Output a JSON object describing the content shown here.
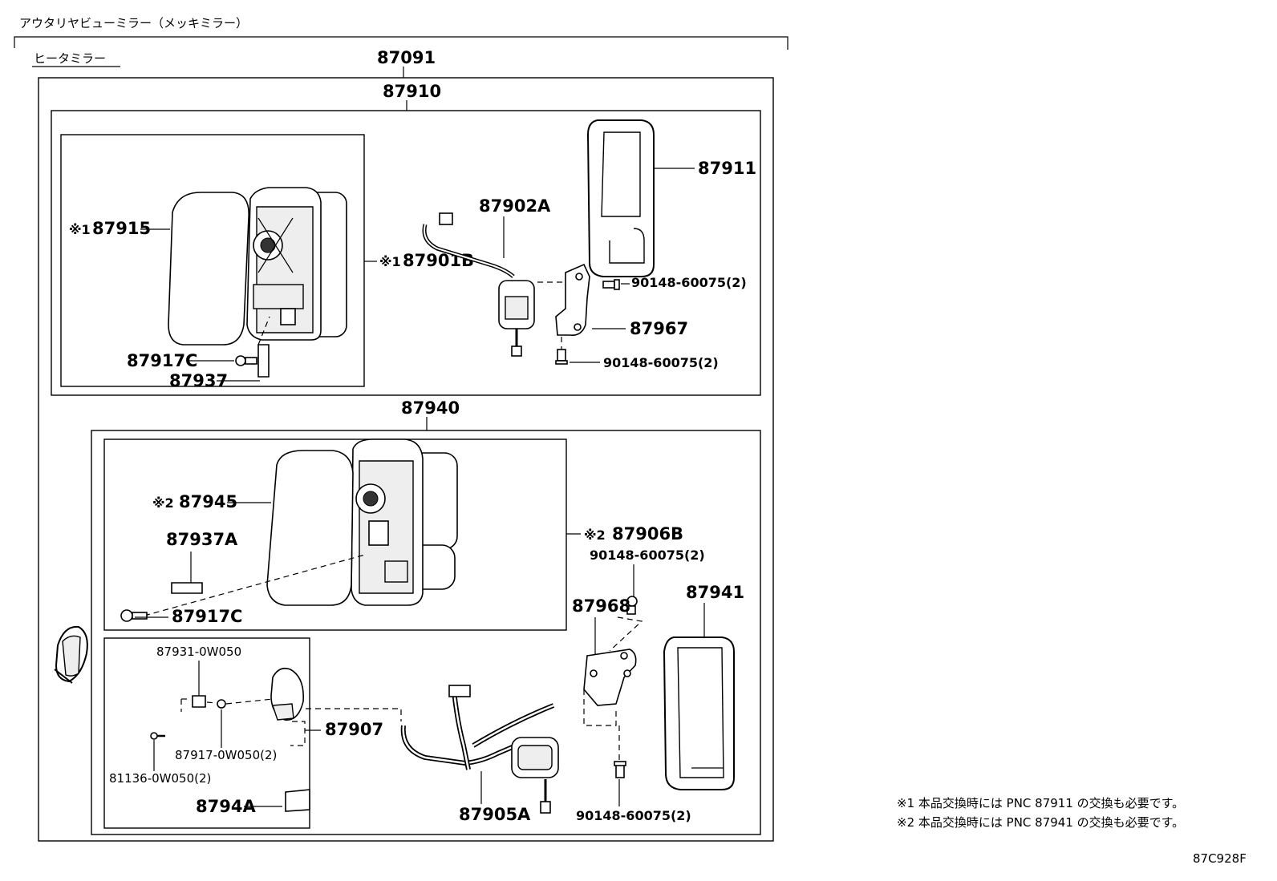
{
  "header": {
    "title": "アウタリヤビューミラー（メッキミラー）",
    "subtitle": "ヒータミラー"
  },
  "parts": {
    "p87091": "87091",
    "p87910": "87910",
    "p87911": "87911",
    "p87915": "87915",
    "p87901B": "87901B",
    "p87902A": "87902A",
    "p90148_a": "90148-60075(2)",
    "p87967": "87967",
    "p90148_b": "90148-60075(2)",
    "p87917C_a": "87917C",
    "p87937": "87937",
    "p87940": "87940",
    "p87945": "87945",
    "p87906B": "87906B",
    "p90148_c": "90148-60075(2)",
    "p87937A": "87937A",
    "p87917C_b": "87917C",
    "p87968": "87968",
    "p87941": "87941",
    "p87931": "87931-0W050",
    "p87907": "87907",
    "p87917_0W050": "87917-0W050(2)",
    "p81136": "81136-0W050(2)",
    "p8794A": "8794A",
    "p87905A": "87905A",
    "p90148_d": "90148-60075(2)"
  },
  "marks": {
    "m1": "※1",
    "m2": "※2"
  },
  "notes": {
    "note1": "※1 本品交換時には PNC 87911 の交換も必要です。",
    "note2": "※2 本品交換時には PNC 87941 の交換も必要です。"
  },
  "figure_code": "87C928F"
}
